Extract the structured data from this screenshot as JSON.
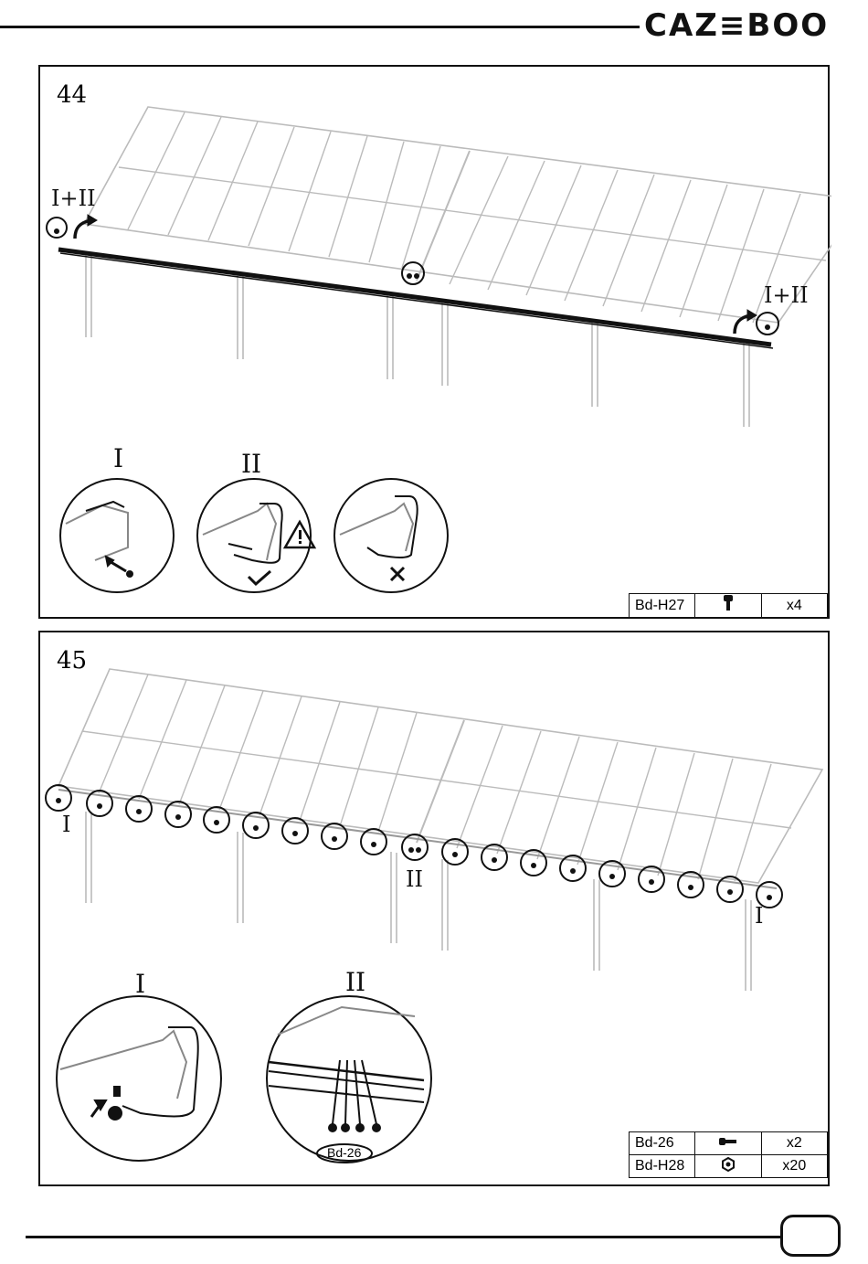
{
  "header": {
    "brand": "CAZ≡BOO"
  },
  "step44": {
    "number": "44",
    "callout_left": "I+II",
    "callout_right": "I+II",
    "detail_labels": [
      "I",
      "II"
    ],
    "parts": [
      {
        "code": "Bd-H27",
        "icon": "screw-icon",
        "qty": "x4"
      }
    ]
  },
  "step45": {
    "number": "45",
    "callout_left": "I",
    "callout_mid": "II",
    "callout_right": "I",
    "detail_labels": [
      "I",
      "II"
    ],
    "detail_tag": "Bd-26",
    "parts": [
      {
        "code": "Bd-26",
        "icon": "bolt-icon",
        "qty": "x2"
      },
      {
        "code": "Bd-H28",
        "icon": "nut-icon",
        "qty": "x20"
      }
    ]
  },
  "footer": {
    "page_number": ""
  }
}
